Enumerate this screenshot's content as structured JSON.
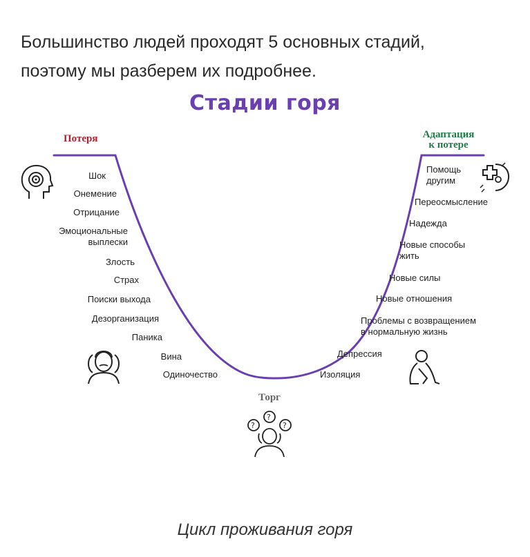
{
  "intro": {
    "line1": "Большинство людей проходят 5 основных стадий,",
    "line2": "поэтому мы разберем их подробнее."
  },
  "diagram": {
    "title": "Стадии горя",
    "stages": {
      "loss": "Потеря",
      "bargain": "Торг",
      "adaptation_line1": "Адаптация",
      "adaptation_line2": "к потере"
    },
    "left_items": [
      "Шок",
      "Онемение",
      "Отрицание",
      "Эмоциональные",
      "выплески",
      "Злость",
      "Страх",
      "Поиски выхода",
      "Дезорганизация",
      "Паника",
      "Вина",
      "Одиночество"
    ],
    "right_items": [
      "Помощь",
      "другим",
      "Переосмысление",
      "Надежда",
      "Новые способы",
      "жить",
      "Новые силы",
      "Новые отношения",
      "Проблемы с возвращением",
      "в нормальную жизнь",
      "Депрессия",
      "Изоляция"
    ],
    "colors": {
      "curve": "#6a3fb0",
      "loss": "#b02030",
      "adaptation": "#1e7a46",
      "bargain": "#666666"
    }
  },
  "caption": "Цикл проживания горя"
}
